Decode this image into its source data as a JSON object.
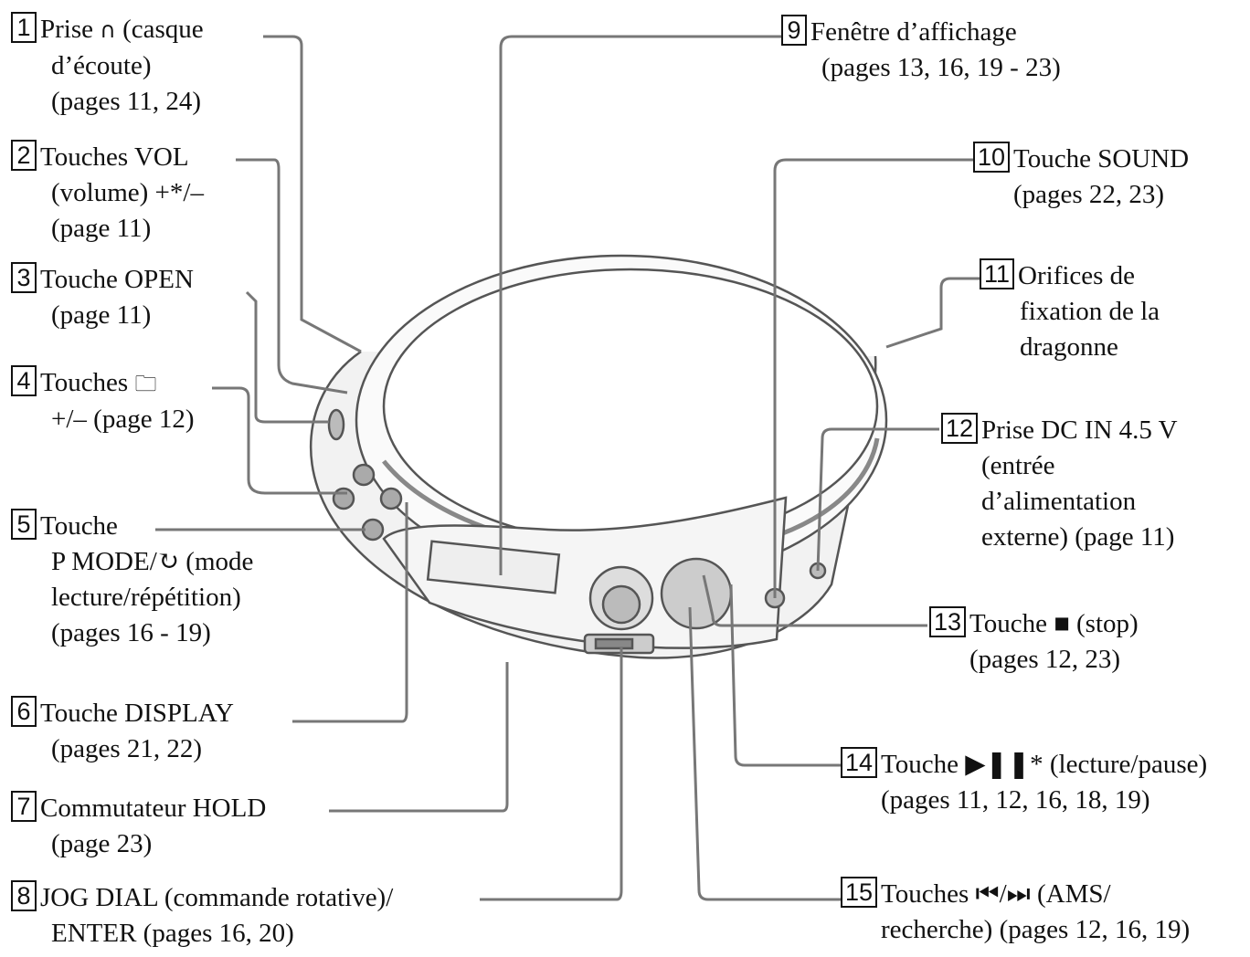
{
  "callouts": [
    {
      "num": "1",
      "first": "Prise ",
      "icon": "headphones-icon",
      "icon_glyph": "∩",
      "first_rest": " (casque",
      "lines": [
        "d’écoute)",
        "(pages 11, 24)"
      ]
    },
    {
      "num": "2",
      "first": "Touches VOL",
      "lines": [
        "(volume) +*/–",
        "(page 11)"
      ]
    },
    {
      "num": "3",
      "first": "Touche OPEN",
      "lines": [
        "(page 11)"
      ]
    },
    {
      "num": "4",
      "first": "Touches ",
      "icon": "folder-icon",
      "icon_glyph": "🗀",
      "first_rest": "",
      "lines": [
        "+/– (page 12)"
      ]
    },
    {
      "num": "5",
      "first": "Touche",
      "lines": [
        "P MODE/↻ (mode",
        "lecture/répétition)",
        "(pages 16 - 19)"
      ]
    },
    {
      "num": "6",
      "first": "Touche DISPLAY",
      "lines": [
        "(pages 21, 22)"
      ]
    },
    {
      "num": "7",
      "first": "Commutateur HOLD",
      "lines": [
        "(page 23)"
      ]
    },
    {
      "num": "8",
      "first": "JOG DIAL (commande rotative)/",
      "lines": [
        "ENTER (pages 16, 20)"
      ]
    },
    {
      "num": "9",
      "first": "Fenêtre d’affichage",
      "lines": [
        "(pages 13, 16, 19 - 23)"
      ]
    },
    {
      "num": "10",
      "first": "Touche SOUND",
      "lines": [
        "(pages 22, 23)"
      ]
    },
    {
      "num": "11",
      "first": "Orifices de",
      "lines": [
        "fixation de la",
        "dragonne"
      ]
    },
    {
      "num": "12",
      "first": "Prise DC IN 4.5 V",
      "lines": [
        "(entrée",
        "d’alimentation",
        "externe) (page 11)"
      ]
    },
    {
      "num": "13",
      "first": "Touche ■ (stop)",
      "lines": [
        "(pages 12, 23)"
      ]
    },
    {
      "num": "14",
      "first": "Touche ▶❚❚* (lecture/pause)",
      "lines": [
        "(pages 11, 12, 16, 18, 19)"
      ]
    },
    {
      "num": "15",
      "first": "Touches ⏮/⏭ (AMS/",
      "lines": [
        "recherche) (pages 12, 16, 19)"
      ]
    }
  ]
}
